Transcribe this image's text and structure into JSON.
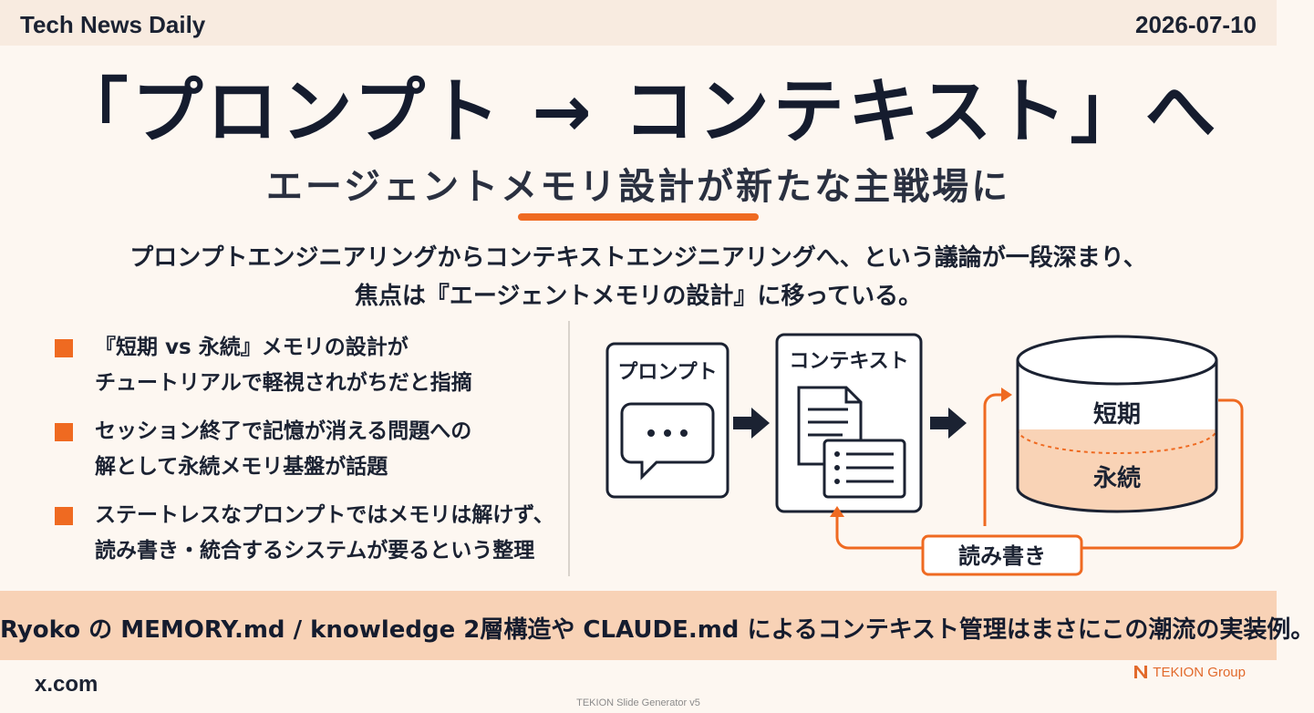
{
  "header": {
    "brand": "Tech News Daily",
    "date": "2026-07-10"
  },
  "headline": {
    "title": "「プロンプト → コンテキスト」へ",
    "subtitle": "エージェントメモリ設計が新たな主戦場に"
  },
  "lead": [
    "プロンプトエンジニアリングからコンテキストエンジニアリングへ、という議論が一段深まり、",
    "焦点は『エージェントメモリの設計』に移っている。"
  ],
  "bullets": [
    {
      "lines": [
        "『短期 vs 永続』メモリの設計が",
        "チュートリアルで軽視されがちだと指摘"
      ]
    },
    {
      "lines": [
        "セッション終了で記憶が消える問題への",
        "解として永続メモリ基盤が話題"
      ]
    },
    {
      "lines": [
        "ステートレスなプロンプトではメモリは解けず、",
        "読み書き・統合するシステムが要るという整理"
      ]
    }
  ],
  "diagram": {
    "prompt_label": "プロンプト",
    "context_label": "コンテキスト",
    "short_term_label": "短期",
    "persistent_label": "永続",
    "read_write_label": "読み書き"
  },
  "bottom_note": "Ryoko の MEMORY.md / knowledge 2層構造や CLAUDE.md によるコンテキスト管理はまさにこの潮流の実装例。",
  "footer": {
    "source": "x.com",
    "generator": "TEKION Slide Generator v5",
    "logo_text": "TEKION Group"
  },
  "colors": {
    "accent": "#ef6a21",
    "navy": "#1b2232",
    "bottom_bar": "#f8d2b6",
    "top_bar": "#f8ebe0"
  }
}
